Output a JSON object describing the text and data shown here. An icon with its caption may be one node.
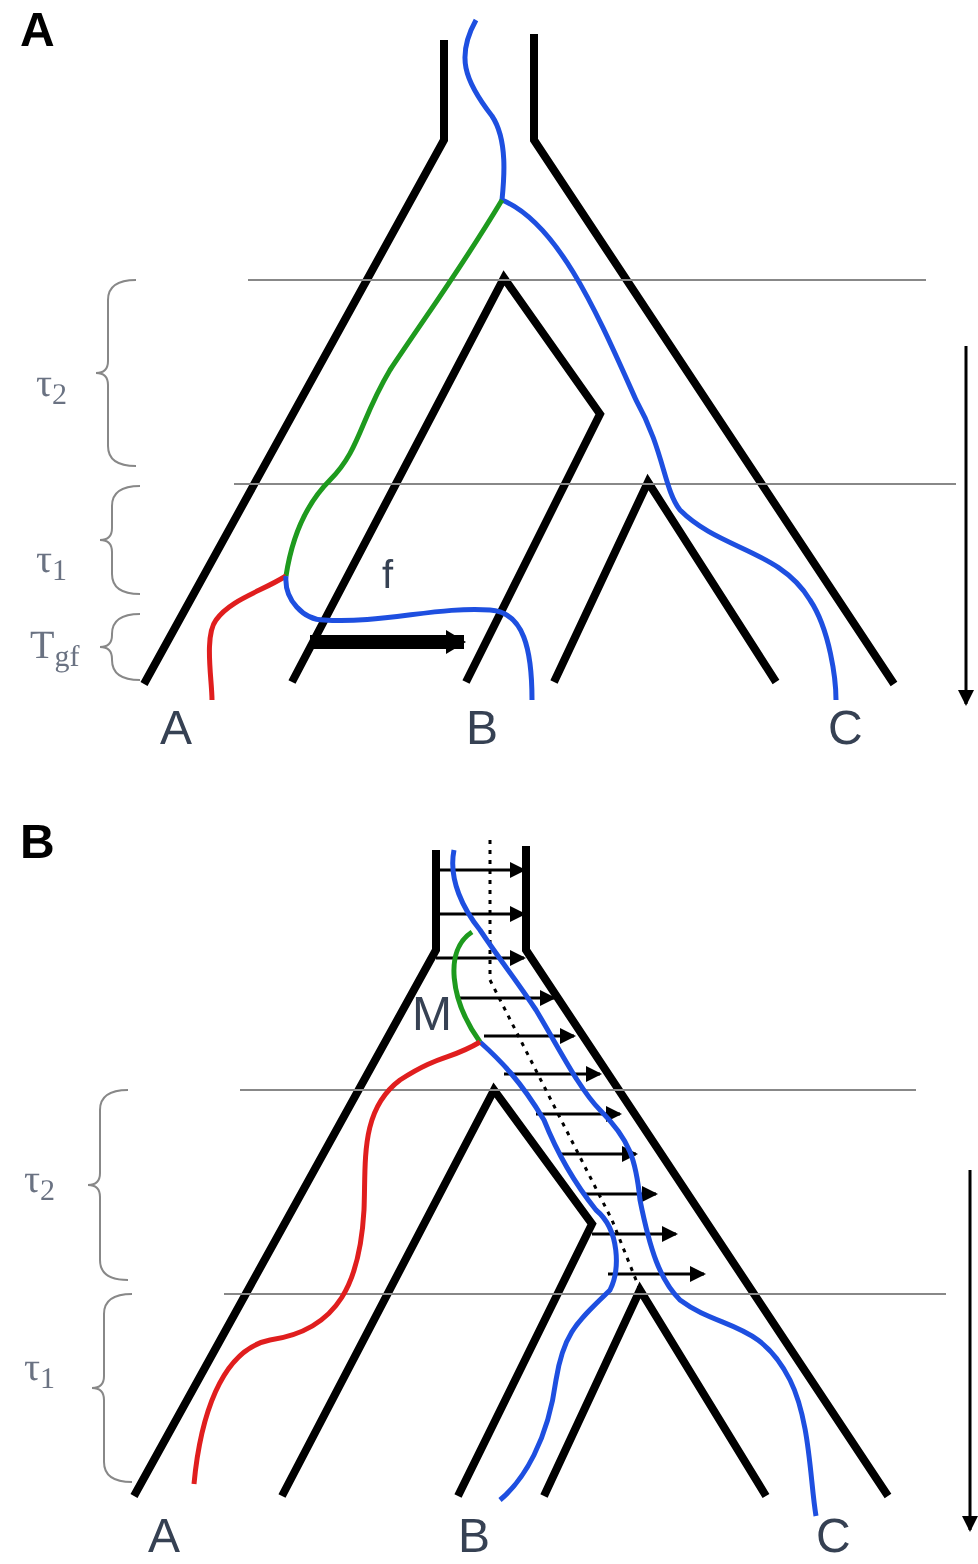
{
  "diagram": {
    "labels": [
      "A",
      "τ$_{2}$",
      "τ$_{1}$",
      "f",
      "T$_{gf}$",
      "A",
      "B",
      "C",
      "B",
      "M",
      "τ$_{2}$",
      "τ$_{1}$",
      "A",
      "B",
      "C"
    ]
  }
}
